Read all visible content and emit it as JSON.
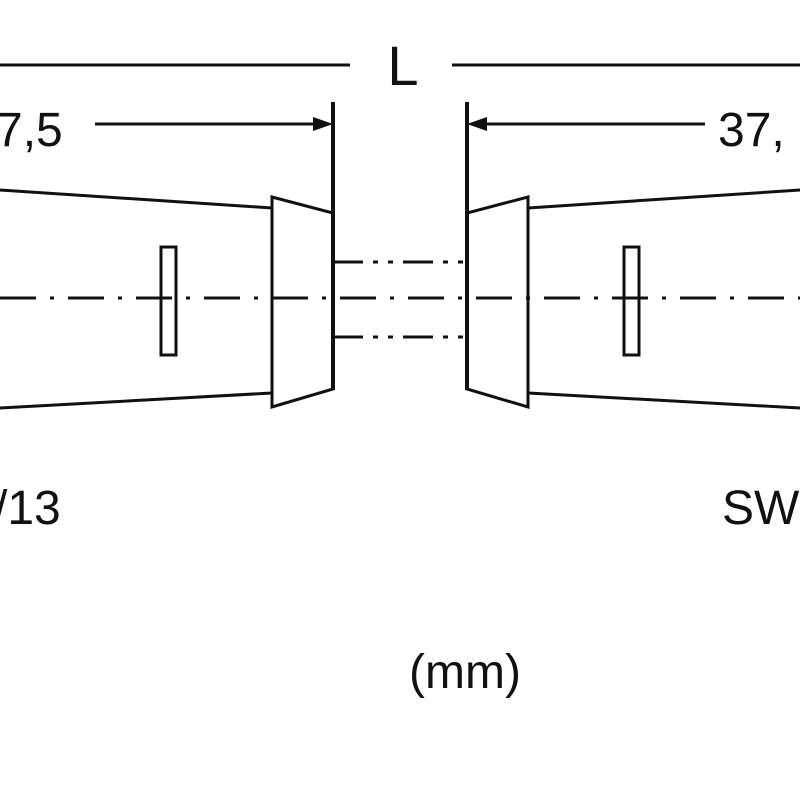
{
  "labels": {
    "overall_length": "L",
    "left_offset": "7,5",
    "right_offset": "37,",
    "left_wrench_size": "/13",
    "right_wrench_size": "SW",
    "units": "(mm)"
  },
  "colors": {
    "line": "#111111",
    "background": "#ffffff"
  }
}
